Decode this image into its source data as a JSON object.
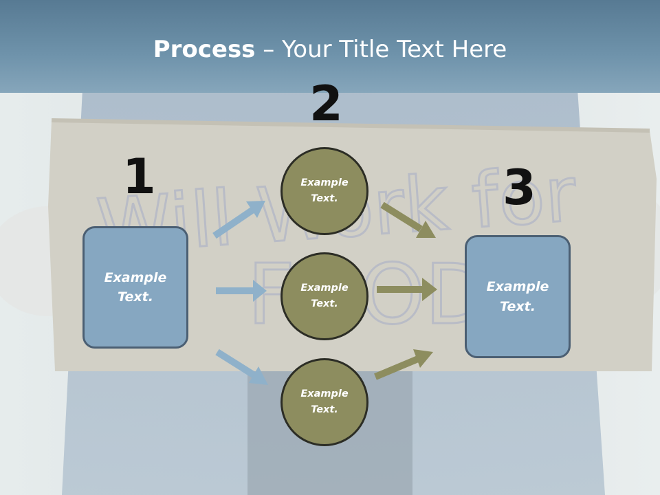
{
  "title": {
    "bold": "Process",
    "rest": " – Your Title Text Here"
  },
  "steps": {
    "one": "1",
    "two": "2",
    "three": "3"
  },
  "left_box": {
    "label": "Example\nText."
  },
  "right_box": {
    "label": "Example\nText."
  },
  "circles": [
    {
      "label": "Example\nText."
    },
    {
      "label": "Example\nText."
    },
    {
      "label": "Example\nText."
    }
  ],
  "background": {
    "sign_text_1": "Will Work for",
    "sign_text_2": "FOOD"
  },
  "colors": {
    "header": "#6a8ea6",
    "box_fill": "#86a7c1",
    "circle_fill": "#8d8d5f",
    "blue_arrow": "#8fb1ca",
    "olive_arrow": "#8d8d5f"
  }
}
